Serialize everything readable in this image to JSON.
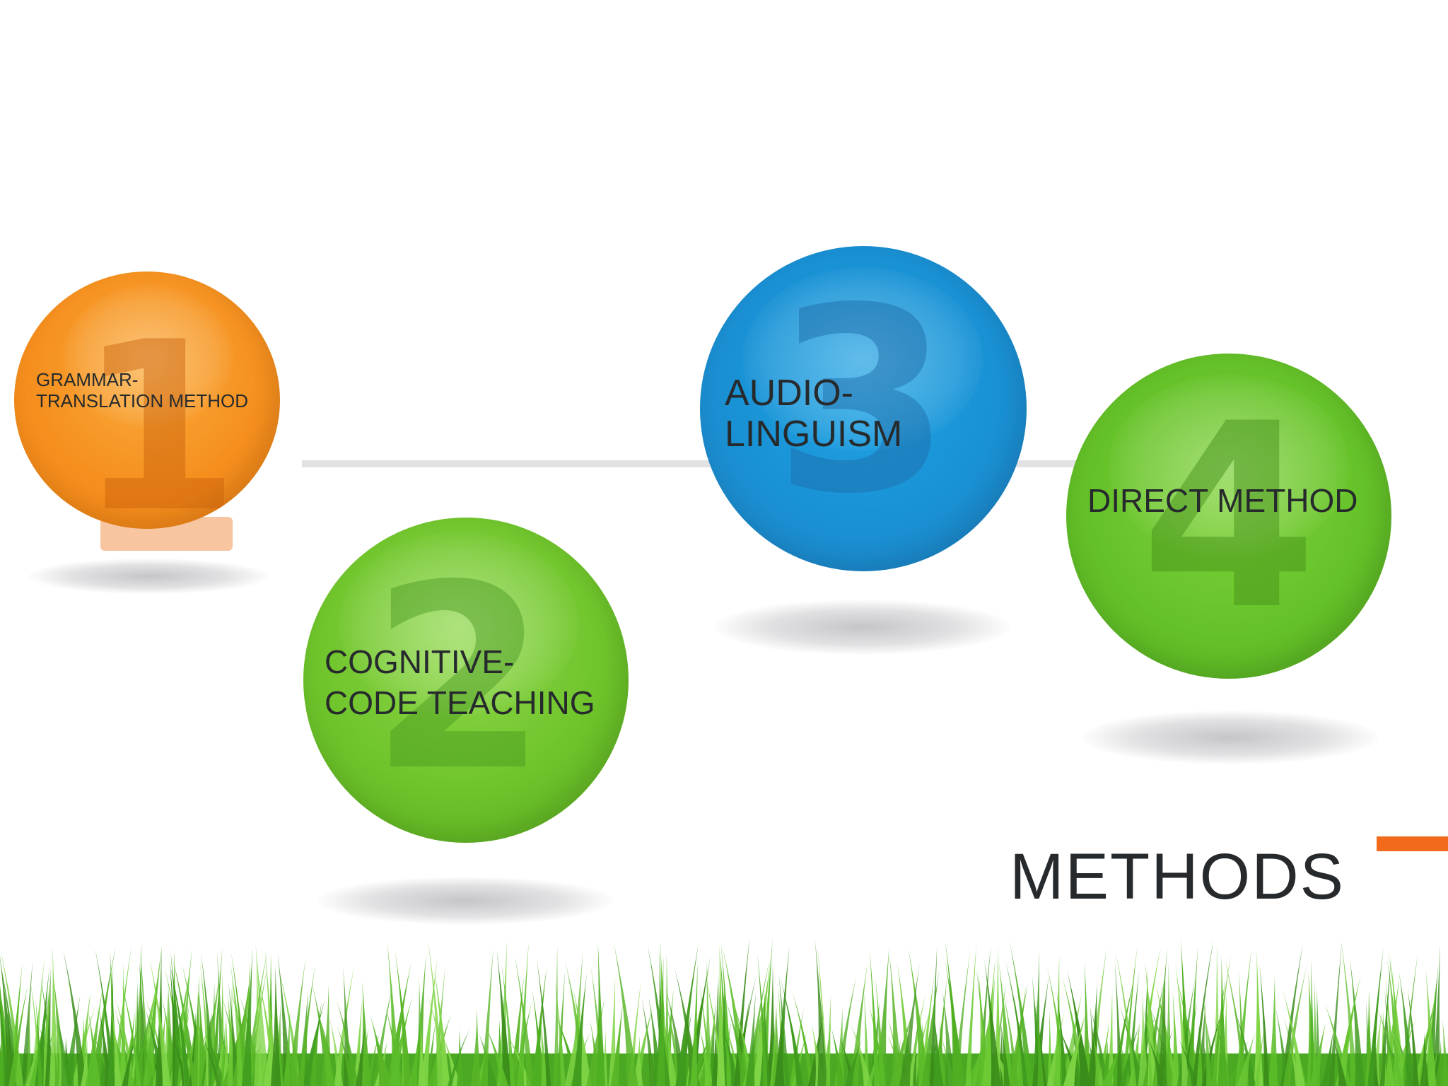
{
  "slide": {
    "title": "METHODS",
    "accent_color": "#f26b1d"
  },
  "methods": [
    {
      "number": "1",
      "lines": [
        "GRAMMAR-",
        "TRANSLATION METHOD"
      ],
      "color": "#f5901f"
    },
    {
      "number": "2",
      "lines": [
        "COGNITIVE-",
        "CODE TEACHING"
      ],
      "color": "#6fc42b"
    },
    {
      "number": "3",
      "lines": [
        "AUDIO-",
        "LINGUISM"
      ],
      "color": "#1991d4"
    },
    {
      "number": "4",
      "lines": [
        "DIRECT METHOD"
      ],
      "color": "#66c229"
    }
  ]
}
